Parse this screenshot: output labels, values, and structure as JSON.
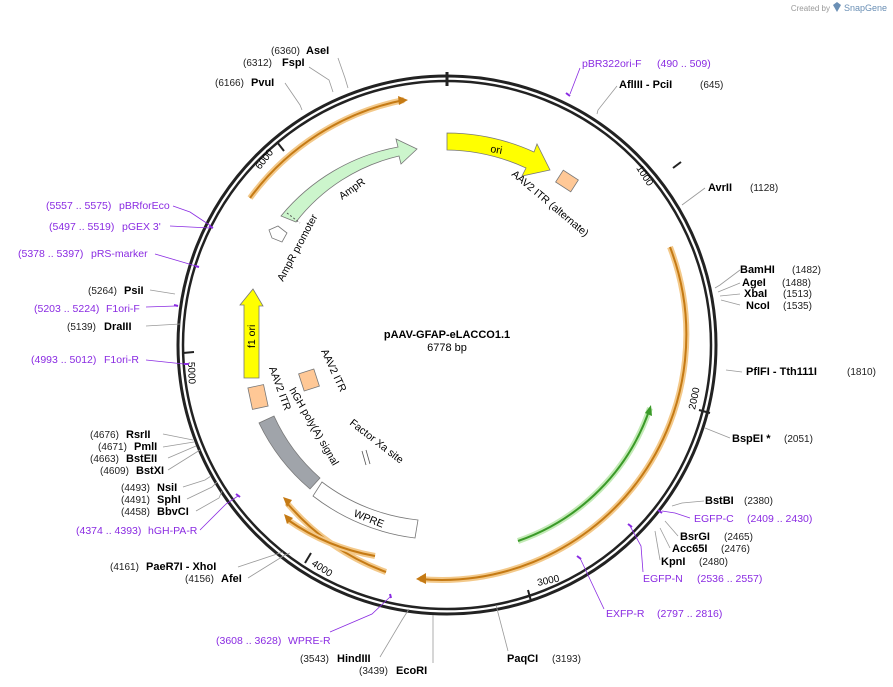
{
  "credit": {
    "prefix": "Created by",
    "brand": "SnapGene",
    "logo_icon": "snapgene-logo-icon"
  },
  "plasmid": {
    "name": "pAAV-GFAP-eLACCO1.1",
    "length_label": "6778 bp",
    "total_bp": 6778
  },
  "colors": {
    "backbone": "#222222",
    "primer": "#8a2be2",
    "ori": "#ffff00",
    "ampr": "#ccf5cc",
    "itr": "#ffc896",
    "wpre": "#ffffff",
    "hgh": "#a0a4aa",
    "arc_orange": "#d98a1e",
    "arc_green": "#3a9a28"
  },
  "ticks": [
    {
      "bp": 1000,
      "label": "1000"
    },
    {
      "bp": 2000,
      "label": "2000"
    },
    {
      "bp": 3000,
      "label": "3000"
    },
    {
      "bp": 4000,
      "label": "4000"
    },
    {
      "bp": 5000,
      "label": "5000"
    },
    {
      "bp": 6000,
      "label": "6000"
    }
  ],
  "enzymes": [
    {
      "name": "AseI",
      "pos": "(6360)"
    },
    {
      "name": "FspI",
      "pos": "(6312)"
    },
    {
      "name": "PvuI",
      "pos": "(6166)"
    },
    {
      "name": "AflIII  - PciI",
      "pos": "(645)"
    },
    {
      "name": "AvrII",
      "pos": "(1128)"
    },
    {
      "name": "BamHI",
      "pos": "(1482)"
    },
    {
      "name": "AgeI",
      "pos": "(1488)"
    },
    {
      "name": "XbaI",
      "pos": "(1513)"
    },
    {
      "name": "NcoI",
      "pos": "(1535)"
    },
    {
      "name": "PflFI  - Tth111I",
      "pos": "(1810)"
    },
    {
      "name": "BspEI *",
      "pos": "(2051)"
    },
    {
      "name": "BstBI",
      "pos": "(2380)"
    },
    {
      "name": "BsrGI",
      "pos": "(2465)"
    },
    {
      "name": "Acc65I",
      "pos": "(2476)"
    },
    {
      "name": "KpnI",
      "pos": "(2480)"
    },
    {
      "name": "PaqCI",
      "pos": "(3193)"
    },
    {
      "name": "EcoRI",
      "pos": "(3439)"
    },
    {
      "name": "HindIII",
      "pos": "(3543)"
    },
    {
      "name": "AfeI",
      "pos": "(4156)"
    },
    {
      "name": "PaeR7I  - XhoI",
      "pos": "(4161)"
    },
    {
      "name": "BbvCI",
      "pos": "(4458)"
    },
    {
      "name": "SphI",
      "pos": "(4491)"
    },
    {
      "name": "NsiI",
      "pos": "(4493)"
    },
    {
      "name": "BstXI",
      "pos": "(4609)"
    },
    {
      "name": "BstEII",
      "pos": "(4663)"
    },
    {
      "name": "PmlI",
      "pos": "(4671)"
    },
    {
      "name": "RsrII",
      "pos": "(4676)"
    },
    {
      "name": "DraIII",
      "pos": "(5139)"
    },
    {
      "name": "PsiI",
      "pos": "(5264)"
    }
  ],
  "primers": [
    {
      "name": "pBR322ori-F",
      "range": "(490 .. 509)"
    },
    {
      "name": "EGFP-C",
      "range": "(2409 .. 2430)"
    },
    {
      "name": "EGFP-N",
      "range": "(2536 .. 2557)"
    },
    {
      "name": "EXFP-R",
      "range": "(2797 .. 2816)"
    },
    {
      "name": "WPRE-R",
      "range": "(3608 .. 3628)"
    },
    {
      "name": "hGH-PA-R",
      "range": "(4374 .. 4393)"
    },
    {
      "name": "F1ori-R",
      "range": "(4993 .. 5012)"
    },
    {
      "name": "F1ori-F",
      "range": "(5203 .. 5224)"
    },
    {
      "name": "pRS-marker",
      "range": "(5378 .. 5397)"
    },
    {
      "name": "pGEX 3'",
      "range": "(5497 .. 5519)"
    },
    {
      "name": "pBRforEco",
      "range": "(5557 .. 5575)"
    }
  ],
  "features": [
    {
      "name": "ori"
    },
    {
      "name": "AmpR"
    },
    {
      "name": "AmpR promoter"
    },
    {
      "name": "f1 ori"
    },
    {
      "name": "AAV2 ITR (alternate)"
    },
    {
      "name": "AAV2 ITR"
    },
    {
      "name": "AAV2 ITR"
    },
    {
      "name": "hGH poly(A) signal"
    },
    {
      "name": "Factor Xa site"
    },
    {
      "name": "WPRE"
    }
  ]
}
